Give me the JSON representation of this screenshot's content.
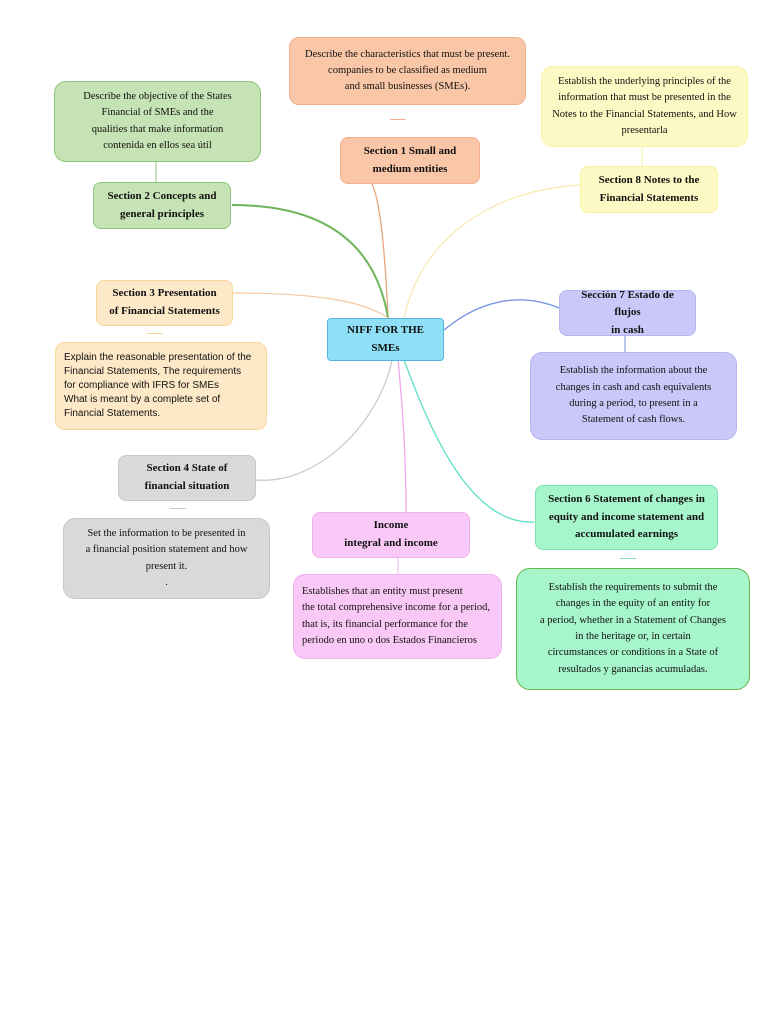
{
  "center": {
    "title_line1": "NIFF FOR THE",
    "title_line2": "SMEs"
  },
  "s1": {
    "title_line1": "Section 1 Small and",
    "title_line2": "medium entities",
    "desc_lines": [
      "Describe the characteristics that must be present.",
      "companies to be classified as medium",
      "and small businesses (SMEs)."
    ]
  },
  "s2": {
    "title_line1": "Section 2 Concepts and",
    "title_line2": "general principles",
    "desc_lines": [
      "Describe the objective of the States",
      "Financial of SMEs and the",
      "qualities that make information",
      "contenida en ellos sea útil"
    ]
  },
  "s3": {
    "title_line1": "Section 3 Presentation",
    "title_line2": "of Financial Statements",
    "desc_lines": [
      "Explain the reasonable presentation of the",
      "Financial Statements, The requirements",
      "for compliance with IFRS for SMEs",
      "What is meant by a complete set of",
      "Financial Statements."
    ]
  },
  "s4": {
    "title_line1": "Section 4 State of",
    "title_line2": "financial situation",
    "desc_lines": [
      "Set the information to be presented in",
      "a financial position statement and how",
      "present it.",
      "."
    ]
  },
  "s5": {
    "title_line1": "Section 5 Statement of Income",
    "title_line2": "integral and income statement",
    "desc_lines": [
      "Establishes that an entity must present",
      "the total comprehensive income for a period,",
      "that is, its financial performance for the",
      "periodo en uno o dos Estados Financieros"
    ]
  },
  "s6": {
    "title_line1": "Section 6 Statement of changes in",
    "title_line2": "equity and income statement and",
    "title_line3": "accumulated earnings",
    "desc_lines": [
      "Establish the requirements to submit the",
      "changes in the equity of an entity for",
      "a period, whether in a Statement of Changes",
      "in the heritage or, in certain",
      "circumstances or conditions in a State of",
      "resultados y ganancias acumuladas."
    ]
  },
  "s7": {
    "title_line1": "Sección 7 Estado de flujos",
    "title_line2": "in cash",
    "desc_lines": [
      "Establish the information about the",
      "changes in cash and cash equivalents",
      "during a period, to present in a",
      "Statement of cash flows."
    ]
  },
  "s8": {
    "title_line1": "Section 8 Notes to the",
    "title_line2": "Financial Statements",
    "desc_lines": [
      "Establish the underlying principles of the",
      "information that must be presented in the",
      "Notes to the Financial Statements, and How",
      "presentarla"
    ]
  },
  "colors": {
    "peach": "#f9c6a7",
    "green": "#c6e3b5",
    "yellow": "#fdf9c4",
    "orange_light": "#fde9c8",
    "purple": "#c9c8f8",
    "grey": "#d9d9d9",
    "pink": "#f9c8f6",
    "mint": "#a6f5cb",
    "center": "#8fe0f7"
  }
}
